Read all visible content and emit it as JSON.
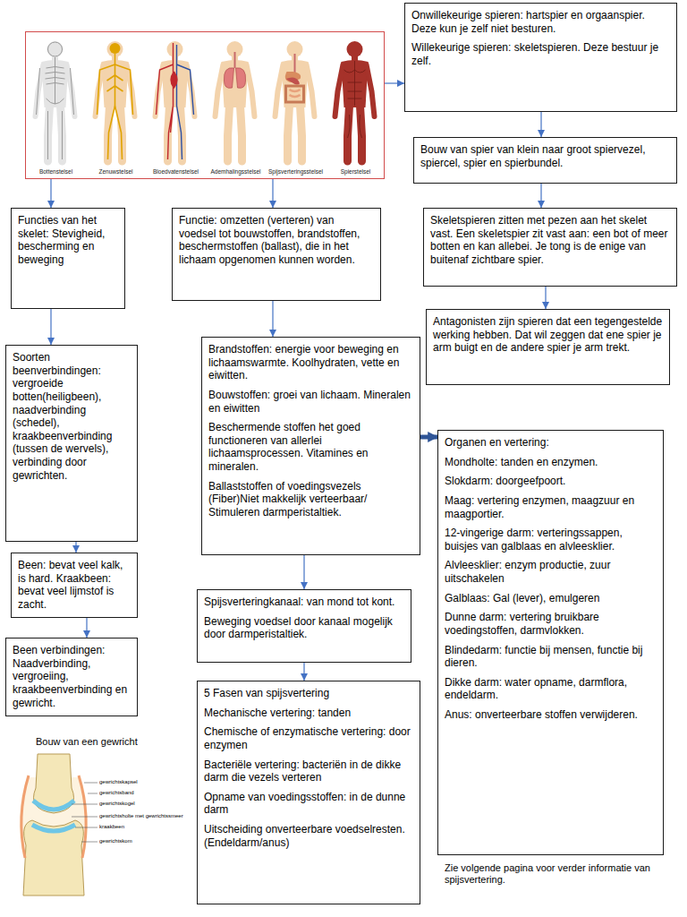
{
  "diagram": {
    "nodes": [
      {
        "text": [
          "Bottenstelsel",
          "Zenuwstelsel",
          "Bloedvatenstelsel",
          "Ademhalingsstelsel",
          "Spijsverteringsstelsel",
          "Spierstelsel"
        ]
      },
      {
        "text": [
          "Onwillekeurige spieren: hartspier en orgaanspier. Deze kun je zelf niet besturen.",
          "Willekeurige spieren: skeletspieren. Deze bestuur je zelf."
        ]
      },
      {
        "text": [
          "Bouw van spier van klein naar groot spiervezel, spiercel, spier en spierbundel."
        ]
      },
      {
        "text": [
          "Functies van het skelet: Stevigheid, bescherming en beweging"
        ]
      },
      {
        "text": [
          "Functie: omzetten (verteren) van voedsel tot bouwstoffen, brandstoffen, beschermstoffen (ballast), die in het lichaam opgenomen kunnen worden."
        ]
      },
      {
        "text": [
          "Skeletspieren zitten met pezen aan het skelet vast. Een skeletspier zit vast aan: een bot of meer botten en kan allebei. Je tong is de enige van buitenaf zichtbare spier."
        ]
      },
      {
        "text": [
          "Soorten beenverbindingen: vergroeide botten(heiligbeen), naadverbinding (schedel), kraakbeenverbinding (tussen de wervels), verbinding door gewrichten."
        ]
      },
      {
        "text": [
          "Brandstoffen: energie voor beweging en lichaamswarmte. Koolhydraten, vette en eiwitten.",
          "Bouwstoffen: groei van lichaam. Mineralen en eiwitten",
          "Beschermende stoffen het goed functioneren van allerlei lichaamsprocessen. Vitamines en mineralen.",
          "Ballaststoffen of voedingsvezels (Fiber)Niet makkelijk verteerbaar/ Stimuleren darmperistaltiek."
        ]
      },
      {
        "text": [
          "Antagonisten zijn spieren dat een tegengestelde werking hebben. Dat wil zeggen dat ene spier je arm buigt en de andere spier je arm trekt."
        ]
      },
      {
        "text": [
          "Organen en vertering:",
          "Mondholte: tanden en enzymen.",
          "Slokdarm: doorgeefpoort.",
          "Maag: vertering enzymen, maagzuur en maagportier.",
          "12-vingerige darm: verteringssappen, buisjes van galblaas en alvleesklier.",
          "Alvleesklier: enzym productie, zuur uitschakelen",
          "Galblaas: Gal (lever), emulgeren",
          "Dunne darm: vertering bruikbare voedingstoffen, darmvlokken.",
          "Blindedarm: functie bij mensen, functie bij dieren.",
          "Dikke darm: water opname, darmflora, endeldarm.",
          "Anus: onverteerbare stoffen verwijderen."
        ]
      },
      {
        "text": [
          "Been: bevat veel kalk, is hard. Kraakbeen: bevat veel lijmstof is zacht."
        ]
      },
      {
        "text": [
          "Spijsverteringkanaal: van mond tot kont.",
          "Beweging voedsel door kanaal mogelijk door darmperistaltiek."
        ]
      },
      {
        "text": [
          "Been verbindingen: Naadverbinding, vergroeiing, kraakbeenverbinding en gewricht."
        ]
      },
      {
        "text": [
          "5 Fasen van spijsvertering",
          "Mechanische vertering: tanden",
          "Chemische of enzymatische vertering: door enzymen",
          "Bacteriële vertering: bacteriën in de dikke darm die vezels verteren",
          "Opname van voedingsstoffen: in de dunne darm",
          "Uitscheiding onverteerbare voedselresten. (Endeldarm/anus)"
        ]
      }
    ],
    "edges": [
      {
        "from": 0,
        "to": 1,
        "arrow": "to"
      },
      {
        "from": 0,
        "to": 3,
        "arrow": "to"
      },
      {
        "from": 0,
        "to": 4,
        "arrow": "to"
      },
      {
        "from": 1,
        "to": 2,
        "arrow": "to"
      },
      {
        "from": 2,
        "to": 5,
        "arrow": "to"
      },
      {
        "from": 5,
        "to": 8,
        "arrow": "to"
      },
      {
        "from": 3,
        "to": 6,
        "arrow": "to"
      },
      {
        "from": 4,
        "to": 7,
        "arrow": "to"
      },
      {
        "from": 7,
        "to": 9,
        "arrow": "to"
      },
      {
        "from": 7,
        "to": 11,
        "arrow": "to"
      },
      {
        "from": 11,
        "to": 13,
        "arrow": "to"
      },
      {
        "from": 6,
        "to": 10,
        "arrow": "to"
      },
      {
        "from": 10,
        "to": 12,
        "arrow": "to"
      }
    ],
    "labels": [
      "Bouw van een gewricht",
      "gewrichtskapsel",
      "gewrichtsband",
      "gewrichtskogel",
      "gewrichtsholte met gewrichtssmeer",
      "kraakbeen",
      "gewrichtskom",
      "Zie volgende pagina voor verder informatie van spijsvertering."
    ]
  }
}
